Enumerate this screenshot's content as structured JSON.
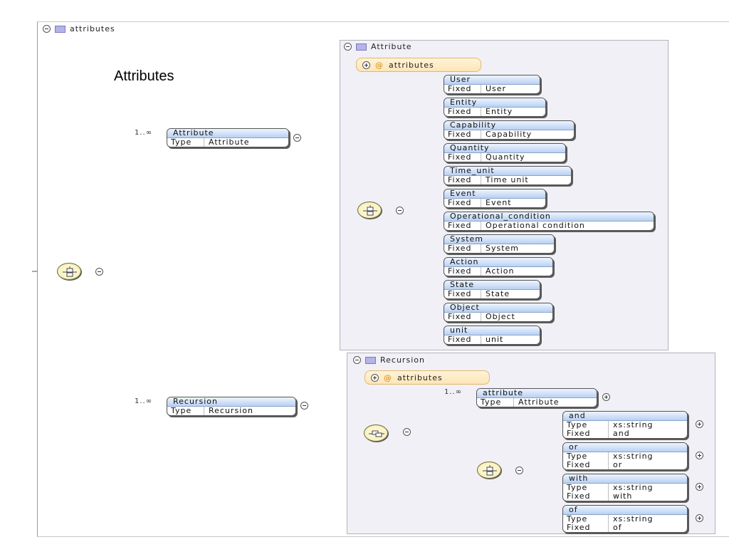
{
  "root_header": {
    "label": "attributes"
  },
  "annotation": "Attributes",
  "attribute_element": {
    "name": "Attribute",
    "type_label": "Type",
    "type_value": "Attribute",
    "multiplicity": "1..∞"
  },
  "recursion_element": {
    "name": "Recursion",
    "type_label": "Type",
    "type_value": "Recursion",
    "multiplicity": "1..∞"
  },
  "attribute_panel": {
    "header": "Attribute",
    "attributes_pill": "attributes",
    "children": [
      {
        "name": "User",
        "k": "Fixed",
        "v": "User"
      },
      {
        "name": "Entity",
        "k": "Fixed",
        "v": "Entity"
      },
      {
        "name": "Capability",
        "k": "Fixed",
        "v": "Capability"
      },
      {
        "name": "Quantity",
        "k": "Fixed",
        "v": "Quantity"
      },
      {
        "name": "Time_unit",
        "k": "Fixed",
        "v": "Time unit"
      },
      {
        "name": "Event",
        "k": "Fixed",
        "v": "Event"
      },
      {
        "name": "Operational_condition",
        "k": "Fixed",
        "v": "Operational condition"
      },
      {
        "name": "System",
        "k": "Fixed",
        "v": "System"
      },
      {
        "name": "Action",
        "k": "Fixed",
        "v": "Action"
      },
      {
        "name": "State",
        "k": "Fixed",
        "v": "State"
      },
      {
        "name": "Object",
        "k": "Fixed",
        "v": "Object"
      },
      {
        "name": "unit",
        "k": "Fixed",
        "v": "unit"
      }
    ]
  },
  "recursion_panel": {
    "header": "Recursion",
    "attributes_pill": "attributes",
    "attribute_child": {
      "name": "attribute",
      "type_label": "Type",
      "type_value": "Attribute",
      "multiplicity": "1..∞"
    },
    "choices": [
      {
        "name": "and",
        "type_label": "Type",
        "type_value": "xs:string",
        "fixed_label": "Fixed",
        "fixed_value": "and"
      },
      {
        "name": "or",
        "type_label": "Type",
        "type_value": "xs:string",
        "fixed_label": "Fixed",
        "fixed_value": "or"
      },
      {
        "name": "with",
        "type_label": "Type",
        "type_value": "xs:string",
        "fixed_label": "Fixed",
        "fixed_value": "with"
      },
      {
        "name": "of",
        "type_label": "Type",
        "type_value": "xs:string",
        "fixed_label": "Fixed",
        "fixed_value": "of"
      }
    ]
  }
}
